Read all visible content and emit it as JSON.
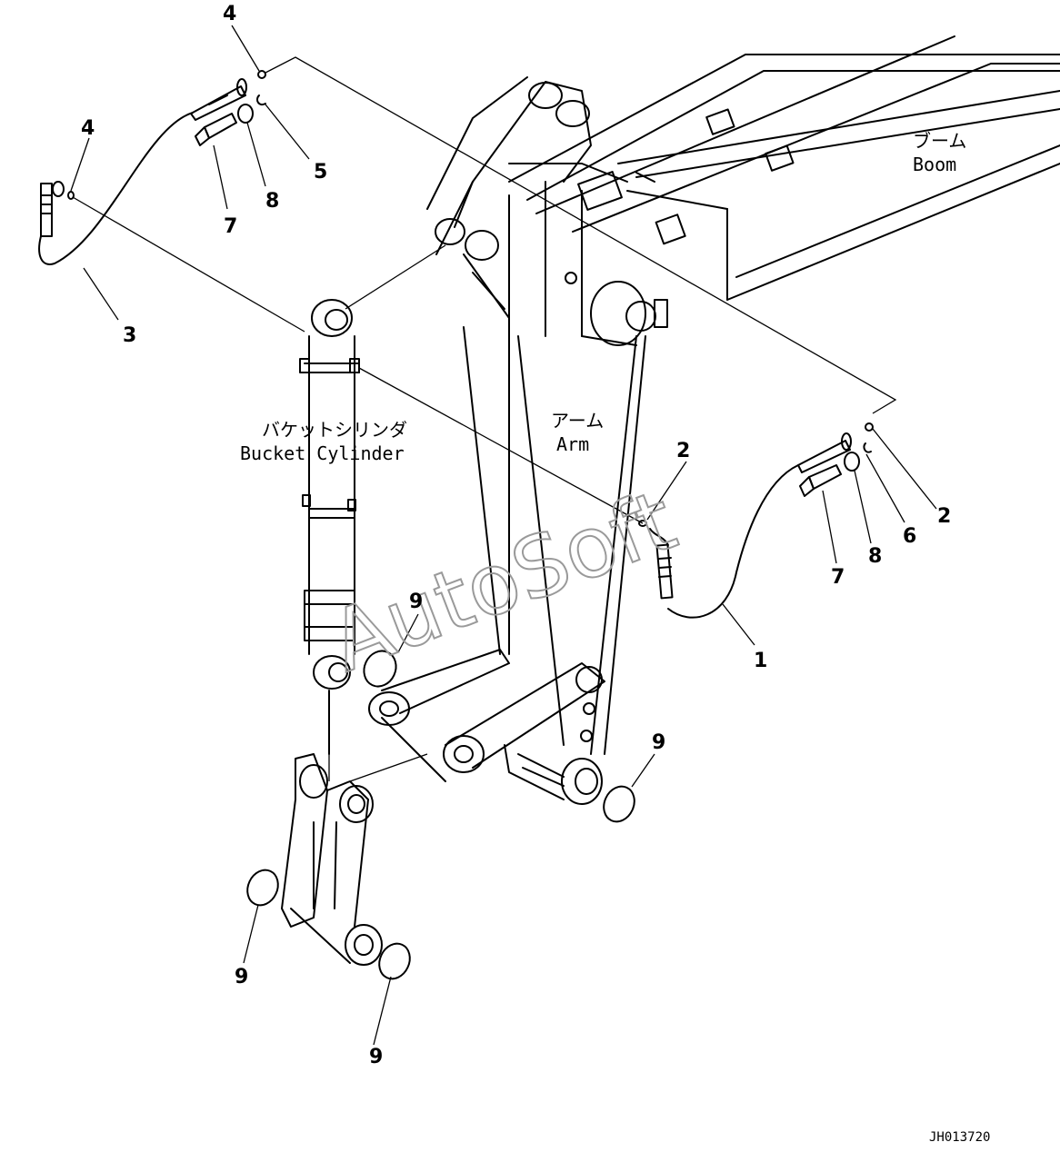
{
  "labels": {
    "boom_jp": "ブーム",
    "boom_en": "Boom",
    "arm_jp": "アーム",
    "arm_en": "Arm",
    "bucket_cylinder_jp": "バケットシリンダ",
    "bucket_cylinder_en": "Bucket Cylinder"
  },
  "callouts": {
    "c4a": "4",
    "c4b": "4",
    "c5": "5",
    "c8a": "8",
    "c7a": "7",
    "c3": "3",
    "c2a": "2",
    "c2b": "2",
    "c6": "6",
    "c8b": "8",
    "c7b": "7",
    "c1": "1",
    "c9a": "9",
    "c9b": "9",
    "c9c": "9",
    "c9d": "9"
  },
  "watermark": "AutoSoft",
  "drawing_code": "JH013720"
}
